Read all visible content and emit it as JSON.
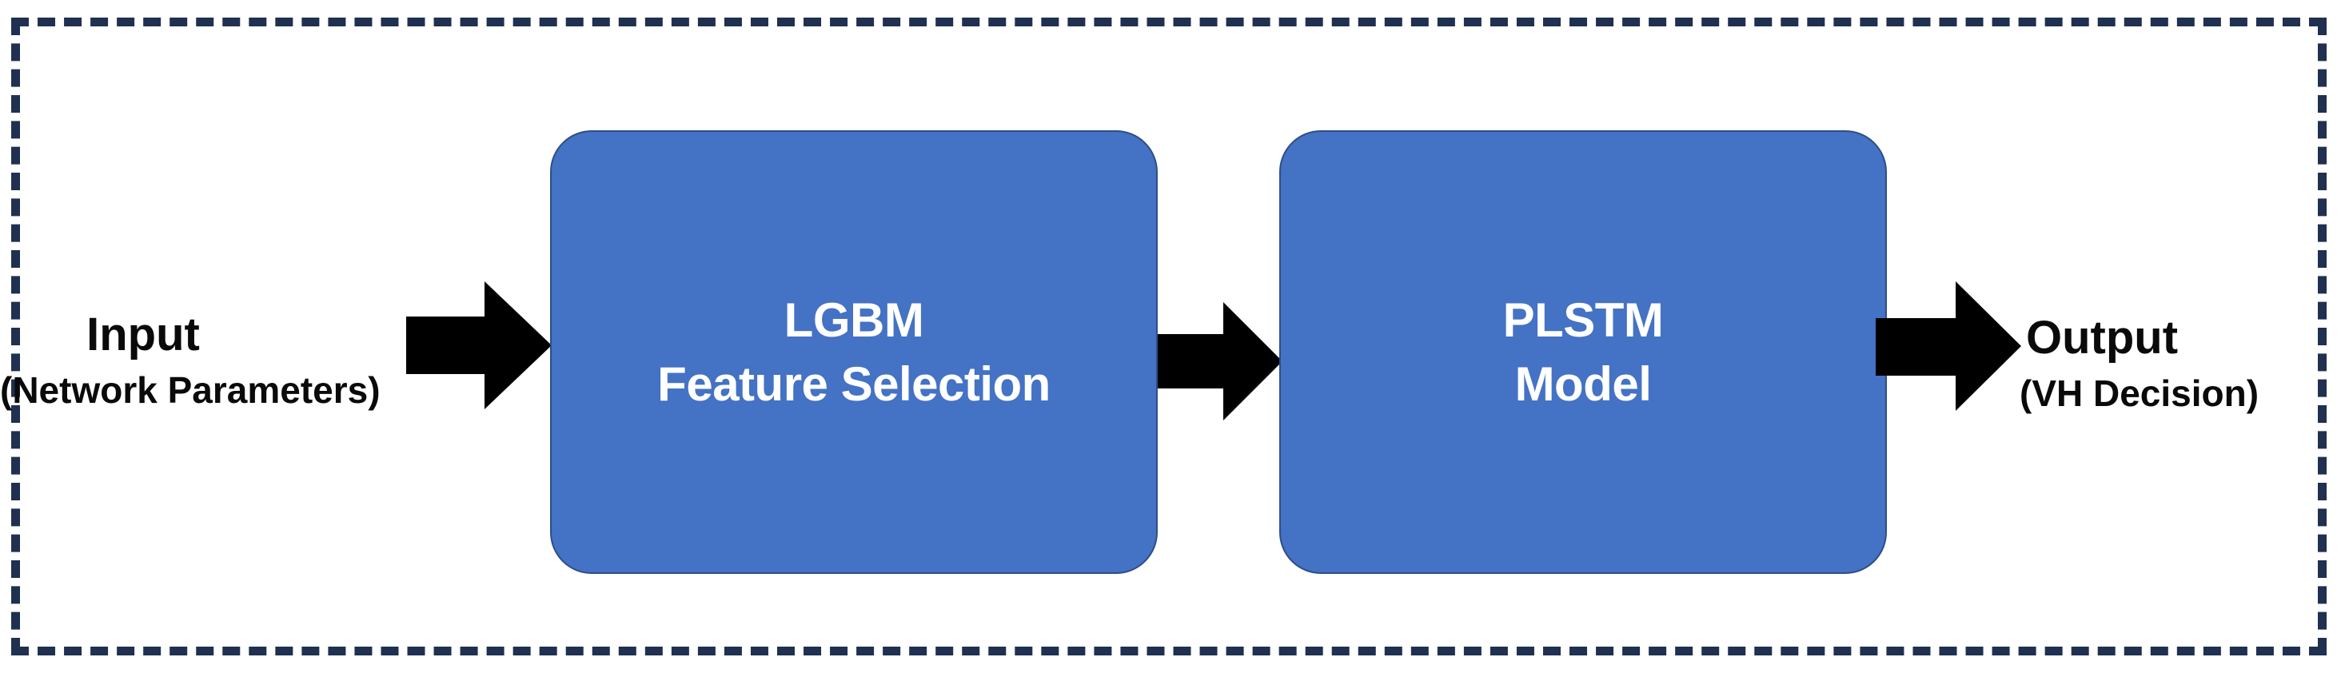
{
  "diagram": {
    "type": "flowchart",
    "orientation": "left-to-right",
    "frame": {
      "style": "dashed",
      "color": "#1F3050"
    },
    "colors": {
      "box_fill": "#4472C4",
      "box_border": "#2E4E86",
      "box_text": "#FFFFFF",
      "arrow": "#000000",
      "label_text": "#0A0A0A",
      "frame_dash": "#1F3050",
      "background": "#FFFFFF"
    },
    "nodes": [
      {
        "id": "input",
        "kind": "io-label",
        "title": "Input",
        "subtitle": "(Network Parameters)"
      },
      {
        "id": "lgbm",
        "kind": "process-box",
        "line1": "LGBM",
        "line2": "Feature Selection"
      },
      {
        "id": "plstm",
        "kind": "process-box",
        "line1": "PLSTM",
        "line2": "Model"
      },
      {
        "id": "output",
        "kind": "io-label",
        "title": "Output",
        "subtitle": "(VH Decision)"
      }
    ],
    "edges": [
      {
        "id": "arrow-1",
        "from": "input",
        "to": "lgbm",
        "shape": "block-arrow-right"
      },
      {
        "id": "arrow-2",
        "from": "lgbm",
        "to": "plstm",
        "shape": "block-arrow-right"
      },
      {
        "id": "arrow-3",
        "from": "plstm",
        "to": "output",
        "shape": "block-arrow-right"
      }
    ]
  }
}
